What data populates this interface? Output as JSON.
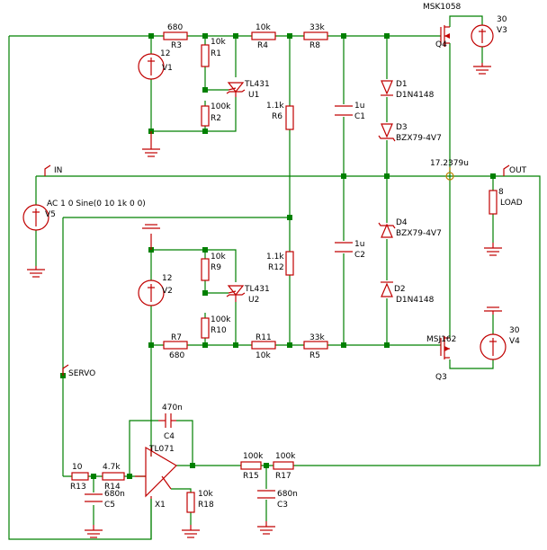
{
  "components": {
    "R1": {
      "ref": "R1",
      "value": "10k"
    },
    "R2": {
      "ref": "R2",
      "value": "100k"
    },
    "R3": {
      "ref": "R3",
      "value": "680"
    },
    "R4": {
      "ref": "R4",
      "value": "10k"
    },
    "R5": {
      "ref": "R5",
      "value": "33k"
    },
    "R6": {
      "ref": "R6",
      "value": "1.1k"
    },
    "R7": {
      "ref": "R7",
      "value": "680"
    },
    "R8": {
      "ref": "R8",
      "value": "33k"
    },
    "R9": {
      "ref": "R9",
      "value": "10k"
    },
    "R10": {
      "ref": "R10",
      "value": "100k"
    },
    "R11": {
      "ref": "R11",
      "value": "10k"
    },
    "R12": {
      "ref": "R12",
      "value": "1.1k"
    },
    "R13": {
      "ref": "R13",
      "value": "10"
    },
    "R14": {
      "ref": "R14",
      "value": "4.7k"
    },
    "R15": {
      "ref": "R15",
      "value": "100k"
    },
    "R17": {
      "ref": "R17",
      "value": "100k"
    },
    "R18": {
      "ref": "R18",
      "value": "10k"
    },
    "LOAD": {
      "ref": "LOAD",
      "value": "8"
    },
    "C1": {
      "ref": "C1",
      "value": "1u"
    },
    "C2": {
      "ref": "C2",
      "value": "1u"
    },
    "C3": {
      "ref": "C3",
      "value": "680n"
    },
    "C4": {
      "ref": "C4",
      "value": "470n"
    },
    "C5": {
      "ref": "C5",
      "value": "680n"
    },
    "D1": {
      "ref": "D1",
      "value": "D1N4148"
    },
    "D2": {
      "ref": "D2",
      "value": "D1N4148"
    },
    "D3": {
      "ref": "D3",
      "value": "BZX79-4V7"
    },
    "D4": {
      "ref": "D4",
      "value": "BZX79-4V7"
    },
    "U1": {
      "ref": "U1",
      "value": "TL431"
    },
    "U2": {
      "ref": "U2",
      "value": "TL431"
    },
    "X1": {
      "ref": "X1",
      "value": "TL071"
    },
    "Q4": {
      "ref": "Q4",
      "value": "MSK1058"
    },
    "Q3": {
      "ref": "Q3",
      "value": "MSJ162"
    },
    "V1": {
      "ref": "V1",
      "value": "12"
    },
    "V2": {
      "ref": "V2",
      "value": "12"
    },
    "V3": {
      "ref": "V3",
      "value": "30"
    },
    "V4": {
      "ref": "V4",
      "value": "30"
    },
    "V5": {
      "ref": "V5",
      "value": "AC 1  0 Sine(0 10  1k 0 0)"
    }
  },
  "nets": {
    "in": "IN",
    "out": "OUT",
    "servo": "SERVO"
  },
  "probe": {
    "value": "17.2379u"
  }
}
